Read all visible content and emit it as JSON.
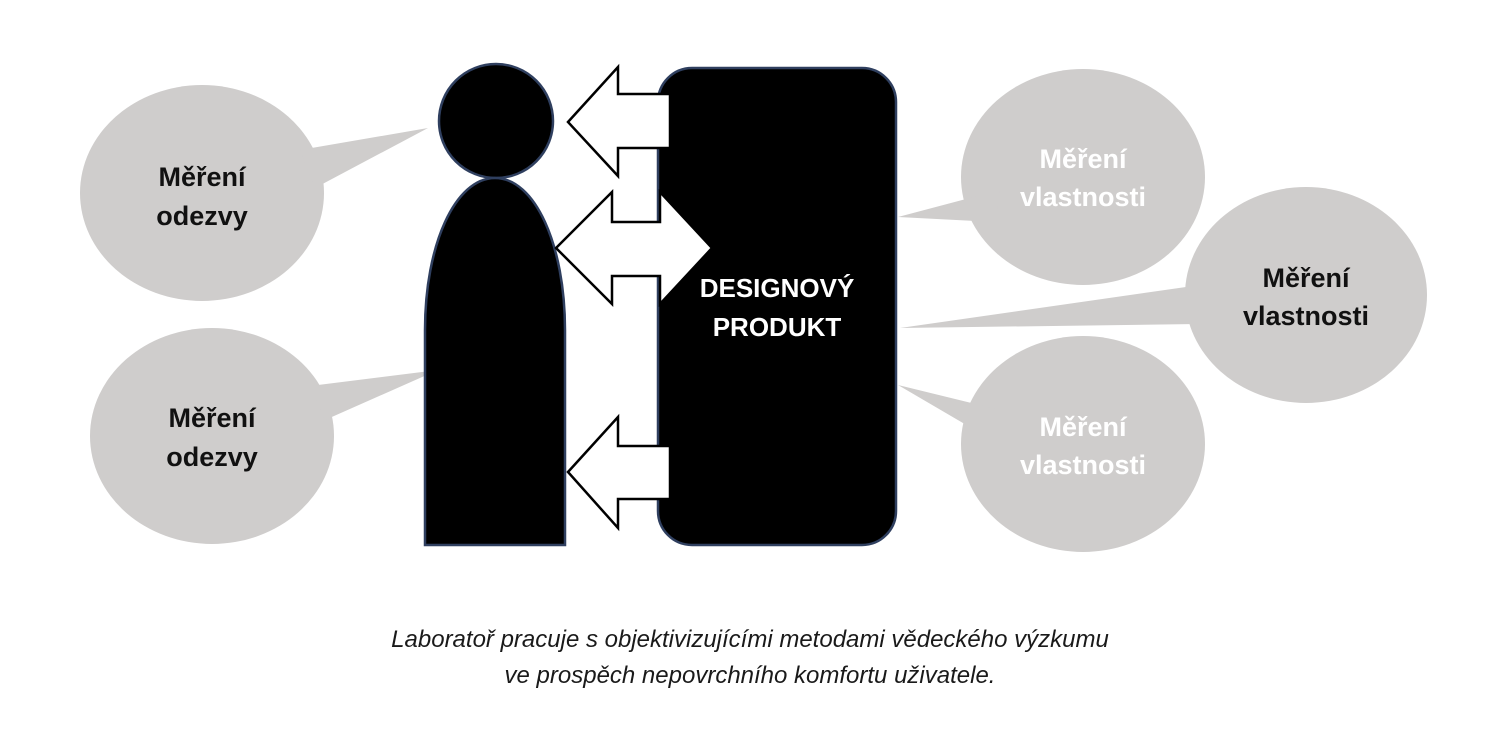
{
  "colors": {
    "bubble_fill": "#cfcdcc",
    "figure_fill": "#000000",
    "figure_stroke": "#2f3f5f",
    "arrow_fill": "#ffffff",
    "arrow_stroke": "#000000",
    "text_dark": "#111111",
    "text_light": "#ffffff"
  },
  "figure": {
    "head_icon": "person-head-icon",
    "body_icon": "person-body-icon"
  },
  "product": {
    "line1": "DESIGNOVÝ",
    "line2": "PRODUKT"
  },
  "arrows": [
    {
      "icon": "arrow-left-icon",
      "direction": "left"
    },
    {
      "icon": "arrow-double-icon",
      "direction": "both"
    },
    {
      "icon": "arrow-left-icon",
      "direction": "left"
    }
  ],
  "bubbles": {
    "response_top": {
      "line1": "Měření",
      "line2": "odezvy"
    },
    "response_bottom": {
      "line1": "Měření",
      "line2": "odezvy"
    },
    "property_top": {
      "line1": "Měření",
      "line2": "vlastnosti"
    },
    "property_middle": {
      "line1": "Měření",
      "line2": "vlastnosti"
    },
    "property_bottom": {
      "line1": "Měření",
      "line2": "vlastnosti"
    }
  },
  "caption": {
    "line1": "Laboratoř pracuje s objektivizujícími metodami vědeckého výzkumu",
    "line2": "ve prospěch nepovrchního komfortu uživatele."
  }
}
